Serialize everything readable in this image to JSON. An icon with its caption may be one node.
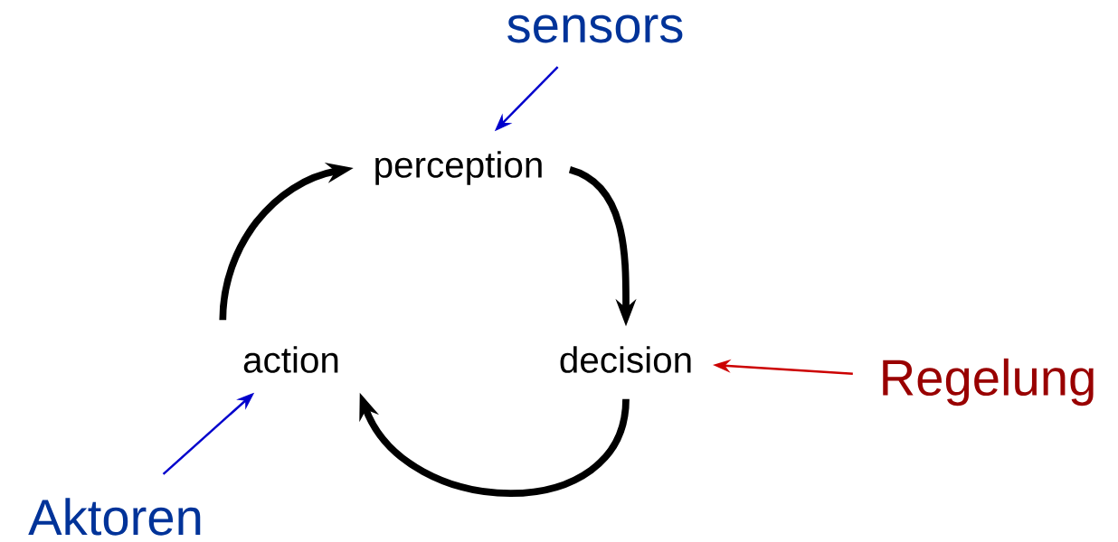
{
  "diagram": {
    "nodes": [
      {
        "text": [
          "sensors"
        ]
      },
      {
        "text": [
          "perception"
        ]
      },
      {
        "text": [
          "decision"
        ]
      },
      {
        "text": [
          "action"
        ]
      },
      {
        "text": [
          "Regelung"
        ]
      },
      {
        "text": [
          "Aktoren"
        ]
      }
    ],
    "edges": [
      {
        "from": 1,
        "to": 2,
        "arrow": "to",
        "style": "thick"
      },
      {
        "from": 2,
        "to": 3,
        "arrow": "to",
        "style": "thick"
      },
      {
        "from": 3,
        "to": 1,
        "arrow": "to",
        "style": "thick"
      },
      {
        "from": 0,
        "to": 1,
        "arrow": "to",
        "color": "#0000cc"
      },
      {
        "from": 4,
        "to": 2,
        "arrow": "to",
        "color": "#cc0000"
      },
      {
        "from": 5,
        "to": 3,
        "arrow": "to",
        "color": "#0000cc"
      }
    ]
  }
}
